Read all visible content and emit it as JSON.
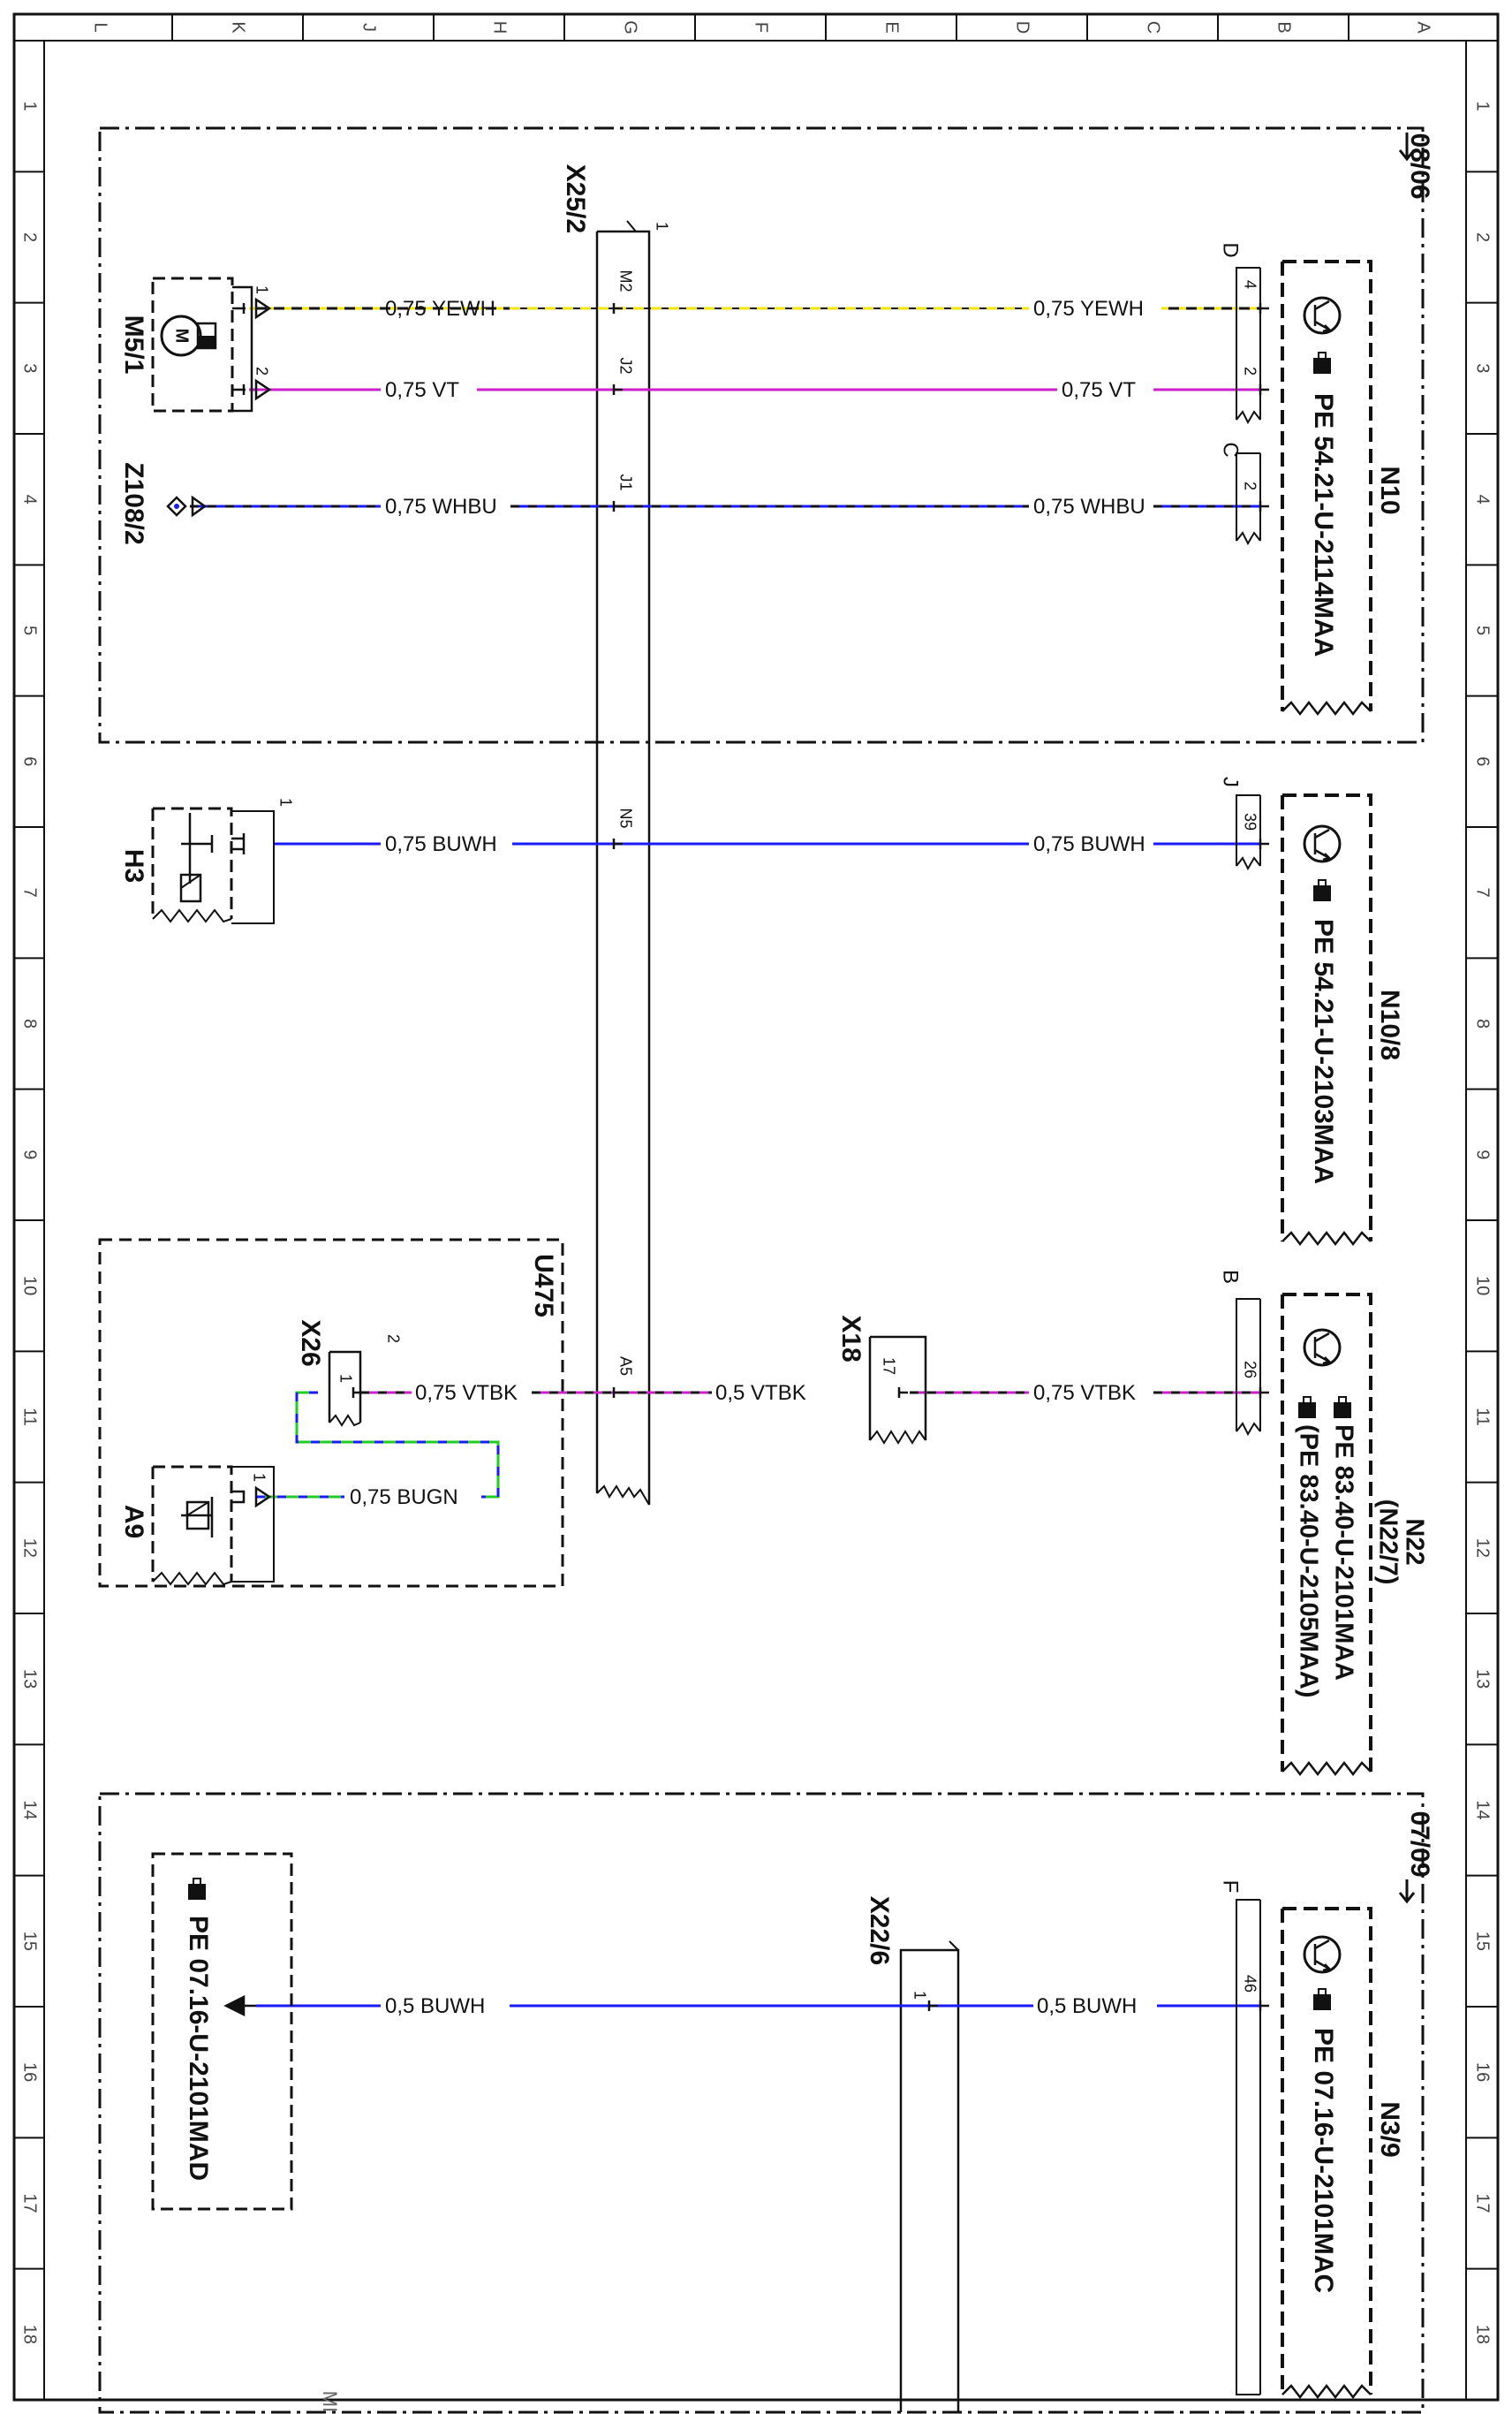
{
  "frame": {
    "columns": [
      "L",
      "K",
      "J",
      "H",
      "G",
      "F",
      "E",
      "D",
      "C",
      "B",
      "A"
    ],
    "rows": [
      "1",
      "2",
      "3",
      "4",
      "5",
      "6",
      "7",
      "8",
      "9",
      "10",
      "11",
      "12",
      "13",
      "14",
      "15",
      "16",
      "17",
      "18"
    ],
    "cutoff_text": "MI"
  },
  "page_refs": {
    "top": "08/06",
    "bottom": "07/09"
  },
  "components": {
    "N10": {
      "id": "N10",
      "ref": "PE 54.21-U-2114MAA"
    },
    "N10_8": {
      "id": "N10/8",
      "ref": "PE 54.21-U-2103MAA"
    },
    "N22": {
      "id": "N22",
      "alt_id": "(N22/7)",
      "ref": "PE 83.40-U-2101MAA",
      "alt_ref": "(PE 83.40-U-2105MAA)"
    },
    "N3_9": {
      "id": "N3/9",
      "ref": "PE 07.16-U-2101MAC"
    },
    "M5_1": {
      "id": "M5/1"
    },
    "Z108_2": {
      "id": "Z108/2"
    },
    "H3": {
      "id": "H3"
    },
    "A9": {
      "id": "A9"
    },
    "U475": {
      "id": "U475"
    },
    "X25_2": {
      "id": "X25/2"
    },
    "X18": {
      "id": "X18"
    },
    "X26": {
      "id": "X26"
    },
    "X22_6": {
      "id": "X22/6"
    },
    "ref_box": {
      "ref": "PE 07.16-U-2101MAD"
    }
  },
  "connector_letters": {
    "n10_top": "D",
    "n10_bottom": "C",
    "n10_8": "J",
    "n22": "B",
    "n3_9": "F"
  },
  "pins": {
    "n10_4": "4",
    "n10_2a": "2",
    "n10_2b": "2",
    "m51_1": "1",
    "m51_2": "2",
    "x25_1": "1",
    "x25_m2": "M2",
    "x25_j2": "J2",
    "x25_j1": "J1",
    "x25_n5": "N5",
    "x25_a5": "A5",
    "n108_39": "39",
    "h3_1": "1",
    "n22_26": "26",
    "x18_17": "17",
    "x26_1": "1",
    "x26_2": "2",
    "a9_1": "1",
    "n39_46": "46",
    "x22_1": "1"
  },
  "wires": {
    "w1_right": "0,75 YEWH",
    "w1_left": "0,75 YEWH",
    "w2_right": "0,75 VT",
    "w2_left": "0,75 VT",
    "w3_right": "0,75 WHBU",
    "w3_left": "0,75 WHBU",
    "w4_right": "0,75 BUWH",
    "w4_left": "0,75 BUWH",
    "w5_right": "0,75 VTBK",
    "w5_mid": "0,5 VTBK",
    "w5_left": "0,75 VTBK",
    "w6": "0,75 BUGN",
    "w7_right": "0,5 BUWH",
    "w7_left": "0,5 BUWH"
  },
  "colors": {
    "line": "#111111",
    "yellow": "#f2e600",
    "violet": "#cc1fcc",
    "blue": "#1a1aff",
    "green": "#22cc22",
    "grid_text": "#444444"
  }
}
